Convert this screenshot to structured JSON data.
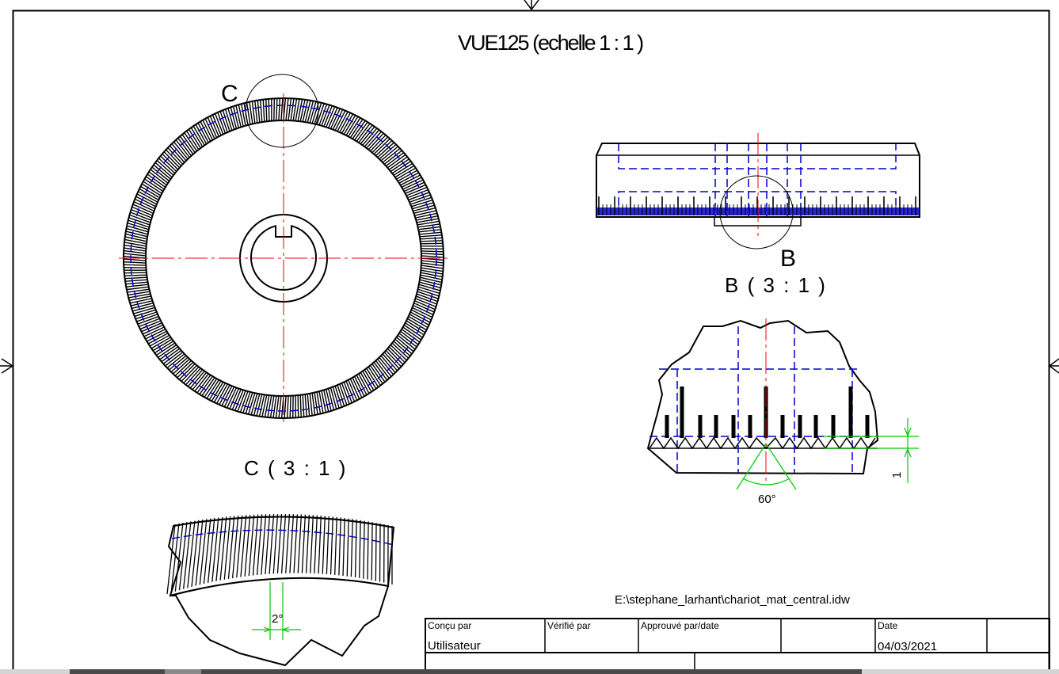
{
  "drawing": {
    "title": "VUE125 (echelle 1 : 1 )",
    "label_c": "C",
    "label_b": "B",
    "view_b_title": "B ( 3 : 1 )",
    "view_c_title": "C ( 3 : 1 )",
    "dim_angle_60": "60°",
    "dim_angle_2": "2°",
    "dim_depth": "1",
    "file_path": "E:\\stephane_larhant\\chariot_mat_central.idw"
  },
  "title_block": {
    "concu_par_label": "Conçu par",
    "concu_par_value": "Utilisateur",
    "verifie_par_label": "Vérifié par",
    "approuve_label": "Approuvé par/date",
    "date_label": "Date",
    "date_value": "04/03/2021"
  },
  "colors": {
    "outline": "#000000",
    "centerline": "#e8000b",
    "hidden": "#0000cc",
    "dimension": "#00c800"
  }
}
